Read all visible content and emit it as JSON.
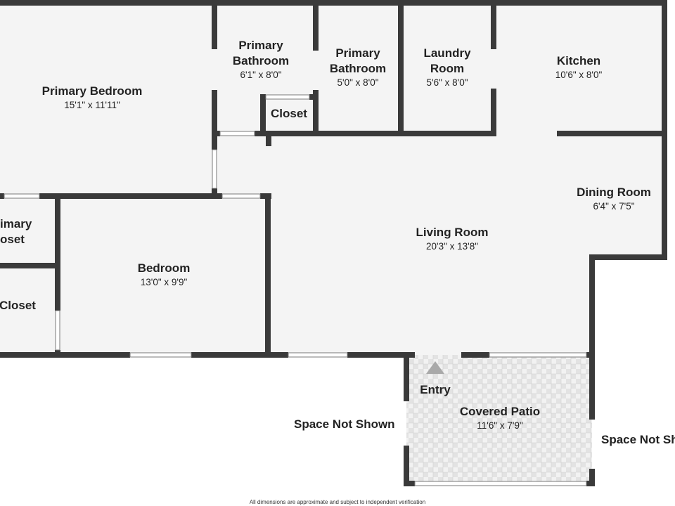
{
  "rooms": {
    "primary_bedroom": {
      "name": "Primary Bedroom",
      "dim": "15'1\" x 11'11\""
    },
    "primary_bathroom_1": {
      "name": "Primary Bathroom",
      "dim": "6'1\" x 8'0\""
    },
    "primary_bathroom_2": {
      "name": "Primary Bathroom",
      "dim": "5'0\" x 8'0\""
    },
    "laundry_room": {
      "name": "Laundry Room",
      "dim": "5'6\" x 8'0\""
    },
    "kitchen": {
      "name": "Kitchen",
      "dim": "10'6\" x 8'0\""
    },
    "closet_small": {
      "name": "Closet"
    },
    "dining_room": {
      "name": "Dining Room",
      "dim": "6'4\" x 7'5\""
    },
    "living_room": {
      "name": "Living Room",
      "dim": "20'3\" x 13'8\""
    },
    "primary_closet": {
      "name": "imary\noset"
    },
    "bedroom": {
      "name": "Bedroom",
      "dim": "13'0\" x 9'9\""
    },
    "closet_left": {
      "name": "Closet"
    },
    "entry": {
      "name": "Entry"
    },
    "covered_patio": {
      "name": "Covered Patio",
      "dim": "11'6\" x 7'9\""
    }
  },
  "outside": {
    "space_not_shown_left": "Space Not Shown",
    "space_not_shown_right": "Space Not Sh"
  },
  "footer": "All dimensions are approximate and subject to independent verification",
  "colors": {
    "wall": "#3a3a3a",
    "floor": "#f4f4f4",
    "patio": "#f0f0f0",
    "window": "#ffffff",
    "entry_marker": "#a9a9a9"
  }
}
